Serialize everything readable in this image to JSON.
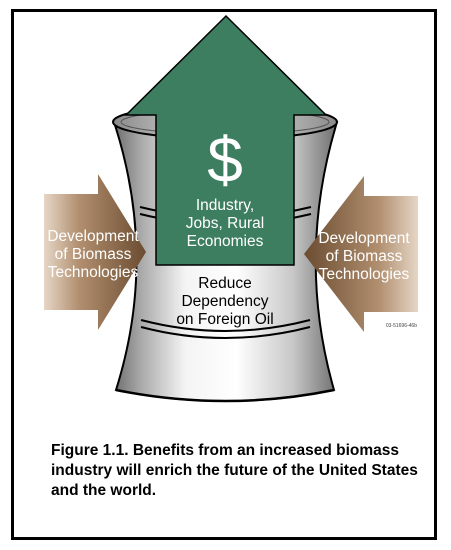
{
  "diagram": {
    "symbol": "$",
    "arrow_label": [
      "Industry,",
      "Jobs, Rural",
      "Economies"
    ],
    "left_arrow_label": [
      "Development",
      "of Biomass",
      "Technologies"
    ],
    "right_arrow_label": [
      "Development",
      "of Biomass",
      "Technologies"
    ],
    "barrel_label": [
      "Reduce",
      "Dependency",
      "on Foreign Oil"
    ],
    "figure_code": "03-51696-46b",
    "colors": {
      "up_arrow": "#3d7d60",
      "side_arrows": "#7a5a3e",
      "barrel_shade": "#8a8a8a",
      "frame": "#000000"
    }
  },
  "caption": "Figure 1.1. Benefits from an increased biomass industry will enrich the future of the United States and the world."
}
